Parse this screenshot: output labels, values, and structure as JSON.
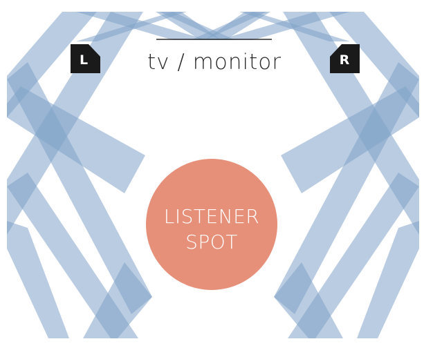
{
  "speakers": {
    "left_label": "L",
    "right_label": "R",
    "icon_color": "#1a1a1a"
  },
  "screen": {
    "label": "tv / monitor"
  },
  "listener": {
    "line1": "LISTENER",
    "line2": "SPOT",
    "color": "#e6907a"
  },
  "beam_color": "#7fa2c8"
}
